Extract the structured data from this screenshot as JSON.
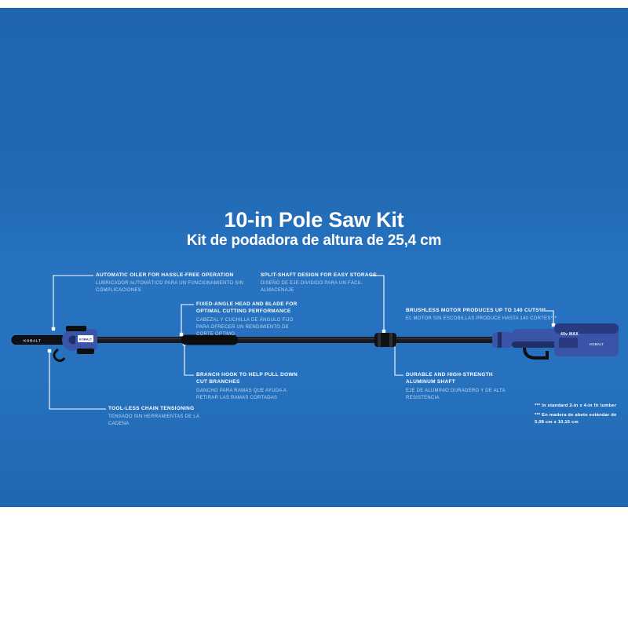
{
  "hero": {
    "title": "10-in Pole Saw Kit",
    "subtitle": "Kit de podadora de altura de 25,4 cm"
  },
  "callouts": [
    {
      "heading": "AUTOMATIC OILER FOR HASSLE-FREE OPERATION",
      "body": "LUBRICADOR AUTOMÁTICO PARA UN FUNCIONAMIENTO SIN COMPLICACIONES"
    },
    {
      "heading": "FIXED-ANGLE HEAD AND BLADE FOR OPTIMAL CUTTING PERFORMANCE",
      "body": "CABEZAL Y CUCHILLA DE ÁNGULO FIJO PARA OFRECER UN RENDIMIENTO DE CORTE ÓPTIMO"
    },
    {
      "heading": "SPLIT-SHAFT DESIGN FOR EASY STORAGE",
      "body": "DISEÑO DE EJE DIVIDIDO PARA UN FÁCIL ALMACENAJE"
    },
    {
      "heading": "BRUSHLESS MOTOR PRODUCES UP TO 140 CUTS***",
      "body": "EL MOTOR SIN ESCOBILLAS PRODUCE HASTA 140 CORTES***"
    },
    {
      "heading": "BRANCH HOOK TO HELP PULL DOWN CUT BRANCHES",
      "body": "GANCHO PARA RAMAS QUE AYUDA A RETIRAR LAS RAMAS CORTADAS"
    },
    {
      "heading": "DURABLE AND HIGH-STRENGTH ALUMINUM SHAFT",
      "body": "EJE DE ALUMINIO DURADERO Y DE ALTA RESISTENCIA"
    },
    {
      "heading": "TOOL-LESS CHAIN TENSIONING",
      "body": "TENSADO SIN HERRAMIENTAS DE LA CADENA"
    }
  ],
  "footnotes": {
    "en": "*** In standard 2-in x 4-in fir lumber",
    "es": "*** En madera de abeto estándar de 5,08 cm x 10,16 cm"
  },
  "product": {
    "brand": "KOBALT",
    "battery_label": "40v MAX"
  },
  "colors": {
    "background_blue": "#2470bc",
    "product_blue": "#3a55a8",
    "text_primary": "#ffffff",
    "text_secondary": "#bdd6ef"
  }
}
